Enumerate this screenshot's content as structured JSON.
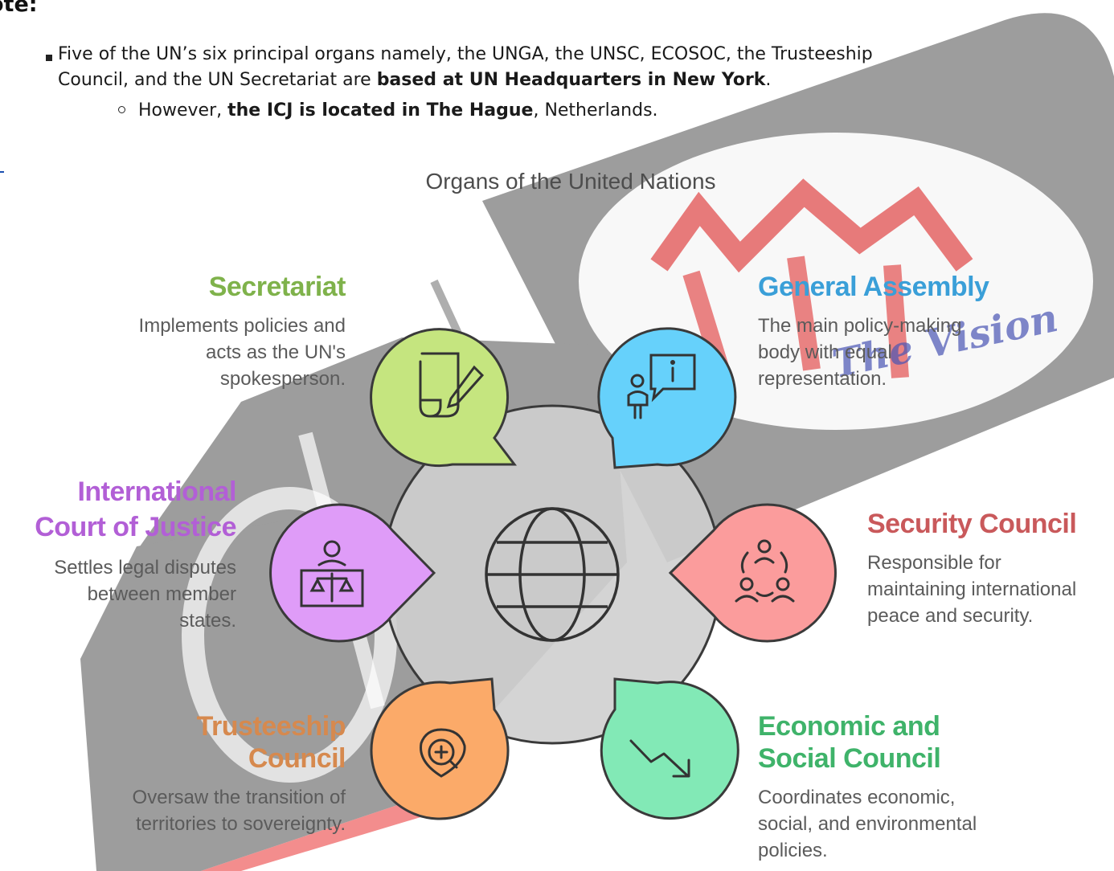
{
  "note": {
    "heading": "ote:",
    "line1": "Five of the UN’s six principal organs namely, the UNGA, the UNSC, ECOSOC, the Trusteeship",
    "line2_pre": "Council, and the UN Secretariat are ",
    "line2_bold": "based at UN Headquarters in New York",
    "line2_post": ".",
    "sub_pre": "However, ",
    "sub_bold": "the ICJ is located in The Hague",
    "sub_post": ", Netherlands."
  },
  "diagram": {
    "title": "Organs of the United Nations",
    "organs": [
      {
        "name": "Secretariat",
        "desc": "Implements policies and acts as the UN's spokesperson.",
        "color": "#7fb24b",
        "fill": "#c5e57f",
        "icon": "pen-scroll-icon"
      },
      {
        "name": "General Assembly",
        "desc": "The main policy-making body with equal representation.",
        "color": "#3a9fd8",
        "fill": "#66d1fb",
        "icon": "speaker-info-icon"
      },
      {
        "name": "International Court of Justice",
        "desc": "Settles legal disputes between member states.",
        "color": "#b25fd6",
        "fill": "#df9cf8",
        "icon": "judge-scales-icon"
      },
      {
        "name": "Security Council",
        "desc": "Responsible for maintaining international peace and security.",
        "color": "#c9595b",
        "fill": "#fb9c9c",
        "icon": "people-group-icon"
      },
      {
        "name": "Trusteeship Council",
        "desc": "Oversaw the transition of territories to sovereignty.",
        "color": "#d6894e",
        "fill": "#fbaa69",
        "icon": "magnify-plus-icon"
      },
      {
        "name": "Economic and Social Council",
        "desc": "Coordinates economic, social, and environmental policies.",
        "color": "#3fb36a",
        "fill": "#82e9b6",
        "icon": "trend-down-icon"
      }
    ],
    "center_icon": "globe-icon",
    "watermark_text": "The Vision"
  }
}
